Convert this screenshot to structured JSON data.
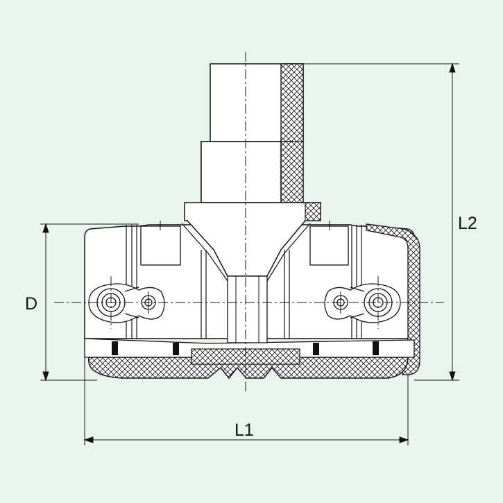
{
  "colors": {
    "background": "#e9f5ec",
    "line": "#111111",
    "fill": "#ffffff"
  },
  "dimensions": {
    "d_label": "D",
    "l1_label": "L1",
    "l2_label": "L2"
  }
}
